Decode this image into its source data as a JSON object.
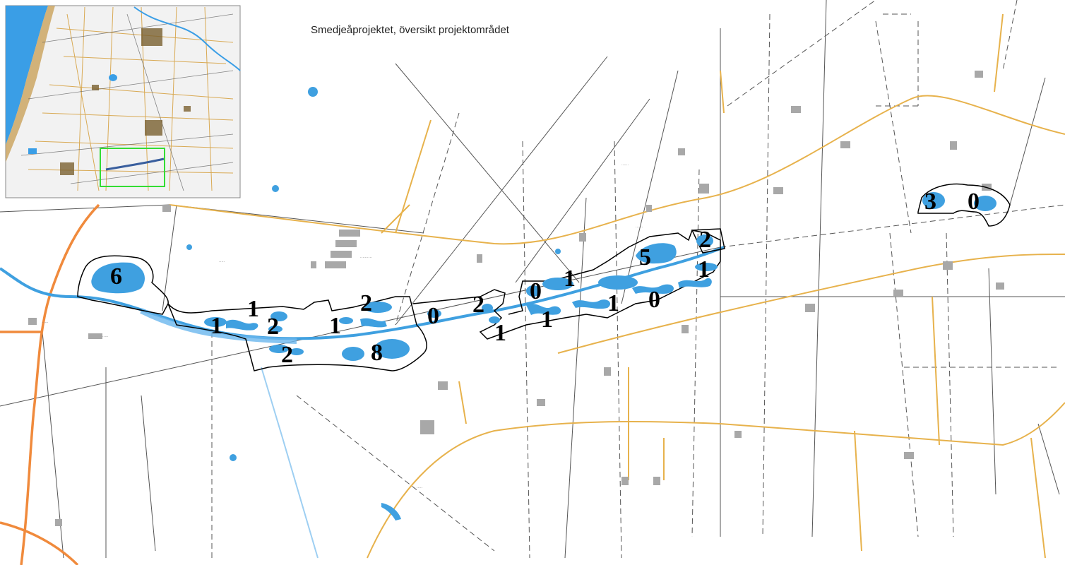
{
  "title": "Smedjeåprojektet, översikt projektområdet",
  "colors": {
    "water": "#3fa0e0",
    "river": "#6ab7ee",
    "road_major": "#f08a3c",
    "road_minor": "#e7b24c",
    "boundary": "#000000",
    "inset_highlight": "#33dd33"
  },
  "pond_numbers": [
    "6",
    "1",
    "1",
    "2",
    "2",
    "1",
    "2",
    "8",
    "0",
    "2",
    "1",
    "0",
    "1",
    "1",
    "0",
    "1",
    "5",
    "2",
    "1",
    "3",
    "0"
  ]
}
